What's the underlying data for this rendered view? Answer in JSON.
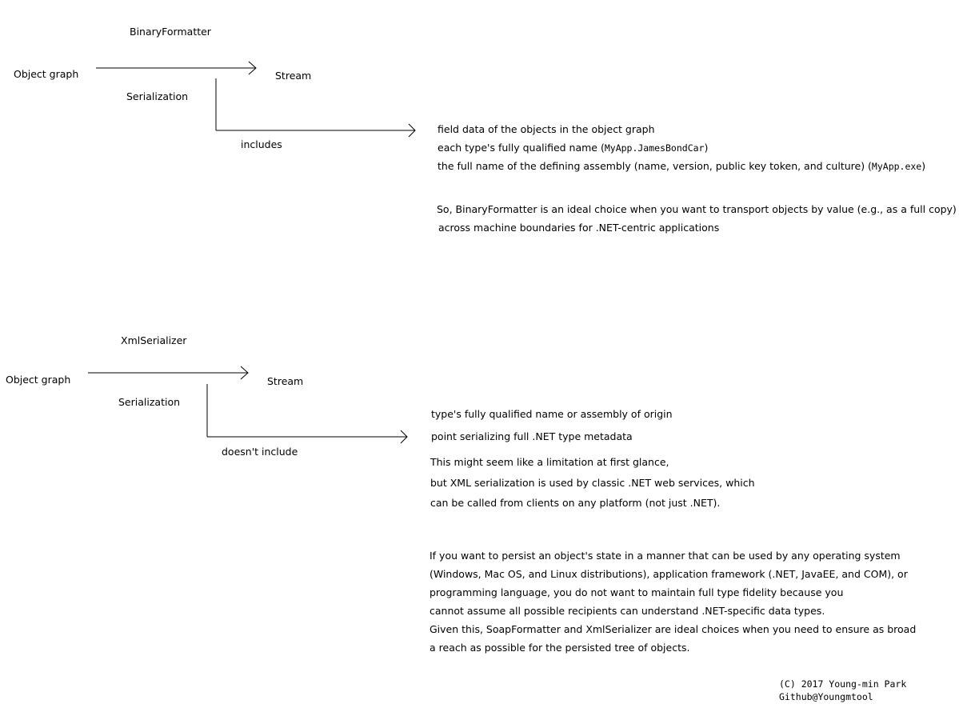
{
  "binary": {
    "title": "BinaryFormatter",
    "source": "Object graph",
    "target": "Stream",
    "action": "Serialization",
    "branch": "includes",
    "items": [
      "field data of the objects in the object graph",
      "each type's fully qualified name (",
      "the full name of the defining assembly (name, version, public key token, and culture)  ("
    ],
    "code_type": "MyApp.JamesBondCar",
    "code_assembly": "MyApp.exe",
    "close_paren": ")",
    "note_line1": "So, BinaryFormatter is an ideal choice when you want to transport objects by value (e.g., as a full copy)",
    "note_line2": "across machine boundaries for .NET-centric applications"
  },
  "xml": {
    "title": "XmlSerializer",
    "source": "Object graph",
    "target": "Stream",
    "action": "Serialization",
    "branch": "doesn't include",
    "items": [
      "type's fully qualified name or assembly of origin",
      "point serializing full .NET type metadata"
    ],
    "note_lines": [
      "This might seem like a limitation at first glance,",
      "but XML serialization is used by classic .NET web services, which",
      "can be called from clients on any platform (not just .NET)."
    ],
    "persist_lines": [
      "If you want to persist an object's state in a manner that can be used by any operating system",
      "(Windows, Mac OS, and Linux distributions), application framework (.NET, JavaEE, and COM), or",
      "programming language, you do not want to maintain full type fidelity because you",
      "cannot assume all possible recipients can understand .NET-specific data types.",
      "Given this, SoapFormatter and XmlSerializer are ideal choices when you need to ensure as broad",
      "a reach as possible for the persisted tree of objects."
    ]
  },
  "footer": {
    "copyright": "(C) 2017 Young-min Park",
    "github": "Github@Youngmtool"
  }
}
